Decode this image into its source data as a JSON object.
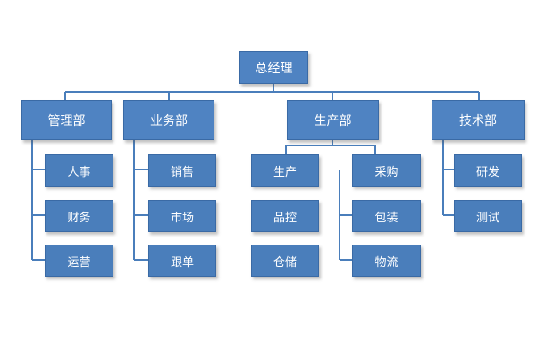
{
  "org": {
    "root": "总经理",
    "departments": [
      {
        "name": "管理部",
        "children": [
          "人事",
          "财务",
          "运营"
        ]
      },
      {
        "name": "业务部",
        "children": [
          "销售",
          "市场",
          "跟单"
        ]
      },
      {
        "name": "生产部",
        "groups": [
          {
            "name": "生产",
            "children": [
              "品控",
              "仓储"
            ]
          },
          {
            "name": "采购",
            "children": [
              "包装",
              "物流"
            ]
          }
        ]
      },
      {
        "name": "技术部",
        "children": [
          "研发",
          "测试"
        ]
      }
    ]
  },
  "colors": {
    "node_fill": "#4a7ebb",
    "node_border": "#3a6aa5",
    "line": "#4a7ebb",
    "text": "#ffffff"
  }
}
